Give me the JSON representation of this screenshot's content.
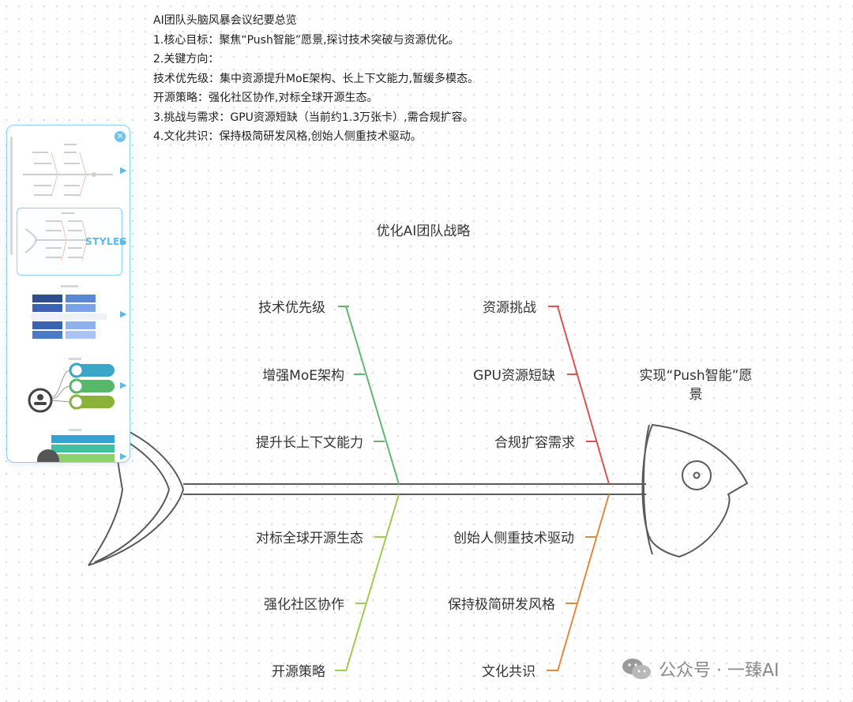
{
  "summary": {
    "heading": "AI团队头脑风暴会议纪要总览",
    "lines": [
      "1.核心目标：聚焦“Push智能”愿景,探讨技术突破与资源优化。",
      "2.关键方向：",
      "技术优先级：集中资源提升MoE架构、长上下文能力,暂缓多模态。",
      "开源策略：强化社区协作,对标全球开源生态。",
      "3.挑战与需求：GPU资源短缺（当前约1.3万张卡）,需合规扩容。",
      "4.文化共识：保持极简研发风格,创始人侧重技术驱动。"
    ]
  },
  "diagram": {
    "title": "优化AI团队战略",
    "head_line1": "实现“Push智能”愿",
    "head_line2": "景",
    "branches": {
      "top_left": {
        "color": "#5fb86e",
        "labels": [
          "技术优先级",
          "增强MoE架构",
          "提升长上下文能力"
        ]
      },
      "top_right": {
        "color": "#d9534f",
        "labels": [
          "资源挑战",
          "GPU资源短缺",
          "合规扩容需求"
        ]
      },
      "bottom_left": {
        "color": "#9ccc52",
        "labels": [
          "对标全球开源生态",
          "强化社区协作",
          "开源策略"
        ]
      },
      "bottom_right": {
        "color": "#e08a3c",
        "labels": [
          "创始人侧重技术驱动",
          "保持极简研发风格",
          "文化共识"
        ]
      }
    }
  },
  "panel": {
    "styles_label": "STYLES",
    "close_icon": "close-icon"
  },
  "watermark": {
    "text": "公众号 · 一臻AI",
    "icon": "wechat-icon"
  }
}
